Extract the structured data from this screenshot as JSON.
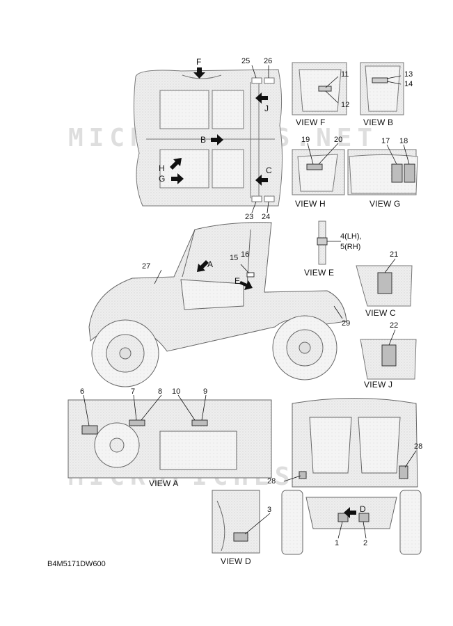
{
  "watermark": {
    "text": "MICROFICHES.NET"
  },
  "diagram_code": "B4M5171DW600",
  "view_captions": {
    "f": "VIEW F",
    "b": "VIEW B",
    "h": "VIEW H",
    "g": "VIEW G",
    "e": "VIEW E",
    "c": "VIEW C",
    "j": "VIEW J",
    "a": "VIEW A",
    "d": "VIEW D"
  },
  "view_letters": {
    "a": "A",
    "b": "B",
    "c": "C",
    "d": "D",
    "e": "E",
    "f": "F",
    "g": "G",
    "h": "H",
    "j": "J"
  },
  "part_numbers": {
    "p1": "1",
    "p2": "2",
    "p3": "3",
    "p4": "4(LH),",
    "p5": "5(RH)",
    "p6": "6",
    "p7": "7",
    "p8": "8",
    "p9": "9",
    "p10": "10",
    "p11": "11",
    "p12": "12",
    "p13": "13",
    "p14": "14",
    "p15": "15",
    "p16": "16",
    "p17": "17",
    "p18": "18",
    "p19": "19",
    "p20": "20",
    "p21": "21",
    "p22": "22",
    "p23": "23",
    "p24": "24",
    "p25": "25",
    "p26": "26",
    "p27": "27",
    "p28a": "28",
    "p28b": "28",
    "p29": "29"
  }
}
